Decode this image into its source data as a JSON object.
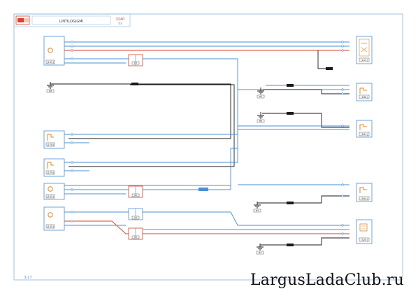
{
  "header": {
    "title": "LINTILOGIGMI",
    "code": "3240",
    "subcode": "03"
  },
  "page_number": "3-17",
  "components": {
    "left": [
      {
        "code": "[145]"
      },
      {
        "code": "[178]"
      },
      {
        "code": "[179]"
      },
      {
        "code": "[145]"
      },
      {
        "code": "[145]"
      }
    ],
    "right": [
      {
        "code": "[213]"
      },
      {
        "code": "[188]"
      },
      {
        "code": "[181]"
      },
      {
        "code": "[164]"
      },
      {
        "code": "[525]"
      }
    ]
  },
  "grounds": [
    {
      "code": "M8"
    },
    {
      "code": "M2"
    },
    {
      "code": "M5"
    },
    {
      "code": "M4"
    },
    {
      "code": "M3"
    }
  ],
  "mid_connectors": [
    {
      "code": "R3"
    },
    {
      "code": "R2"
    },
    {
      "code": "R4"
    },
    {
      "code": "R5"
    }
  ],
  "wire_colors": {
    "blue": "#4a8fd4",
    "red": "#d9412a",
    "black": "#1a1a1a",
    "frame": "#8ab4dc"
  },
  "watermark": "LargusLadaClub.ru"
}
